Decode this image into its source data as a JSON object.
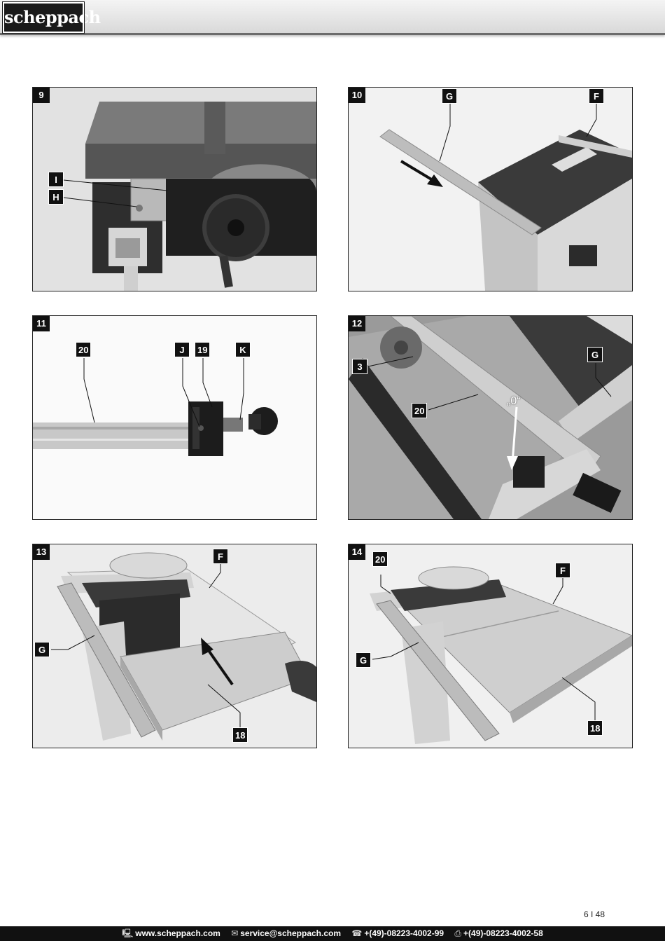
{
  "header": {
    "logo_text": "scheppach"
  },
  "figures": [
    {
      "number": "9",
      "callouts": [
        "I",
        "H"
      ]
    },
    {
      "number": "10",
      "callouts": [
        "G",
        "F"
      ]
    },
    {
      "number": "11",
      "callouts": [
        "20",
        "J",
        "19",
        "K"
      ]
    },
    {
      "number": "12",
      "callouts": [
        "3",
        "20",
        "G"
      ],
      "zero_label": "„0“"
    },
    {
      "number": "13",
      "callouts": [
        "F",
        "G",
        "18"
      ]
    },
    {
      "number": "14",
      "callouts": [
        "20",
        "F",
        "G",
        "18"
      ]
    }
  ],
  "page_number": "6 I 48",
  "footer": {
    "website": "www.scheppach.com",
    "email": "service@scheppach.com",
    "phone": "+(49)-08223-4002-99",
    "fax": "+(49)-08223-4002-58",
    "website_icon": "computer-icon",
    "email_icon": "mail-icon",
    "phone_icon": "phone-icon",
    "fax_icon": "fax-icon"
  }
}
